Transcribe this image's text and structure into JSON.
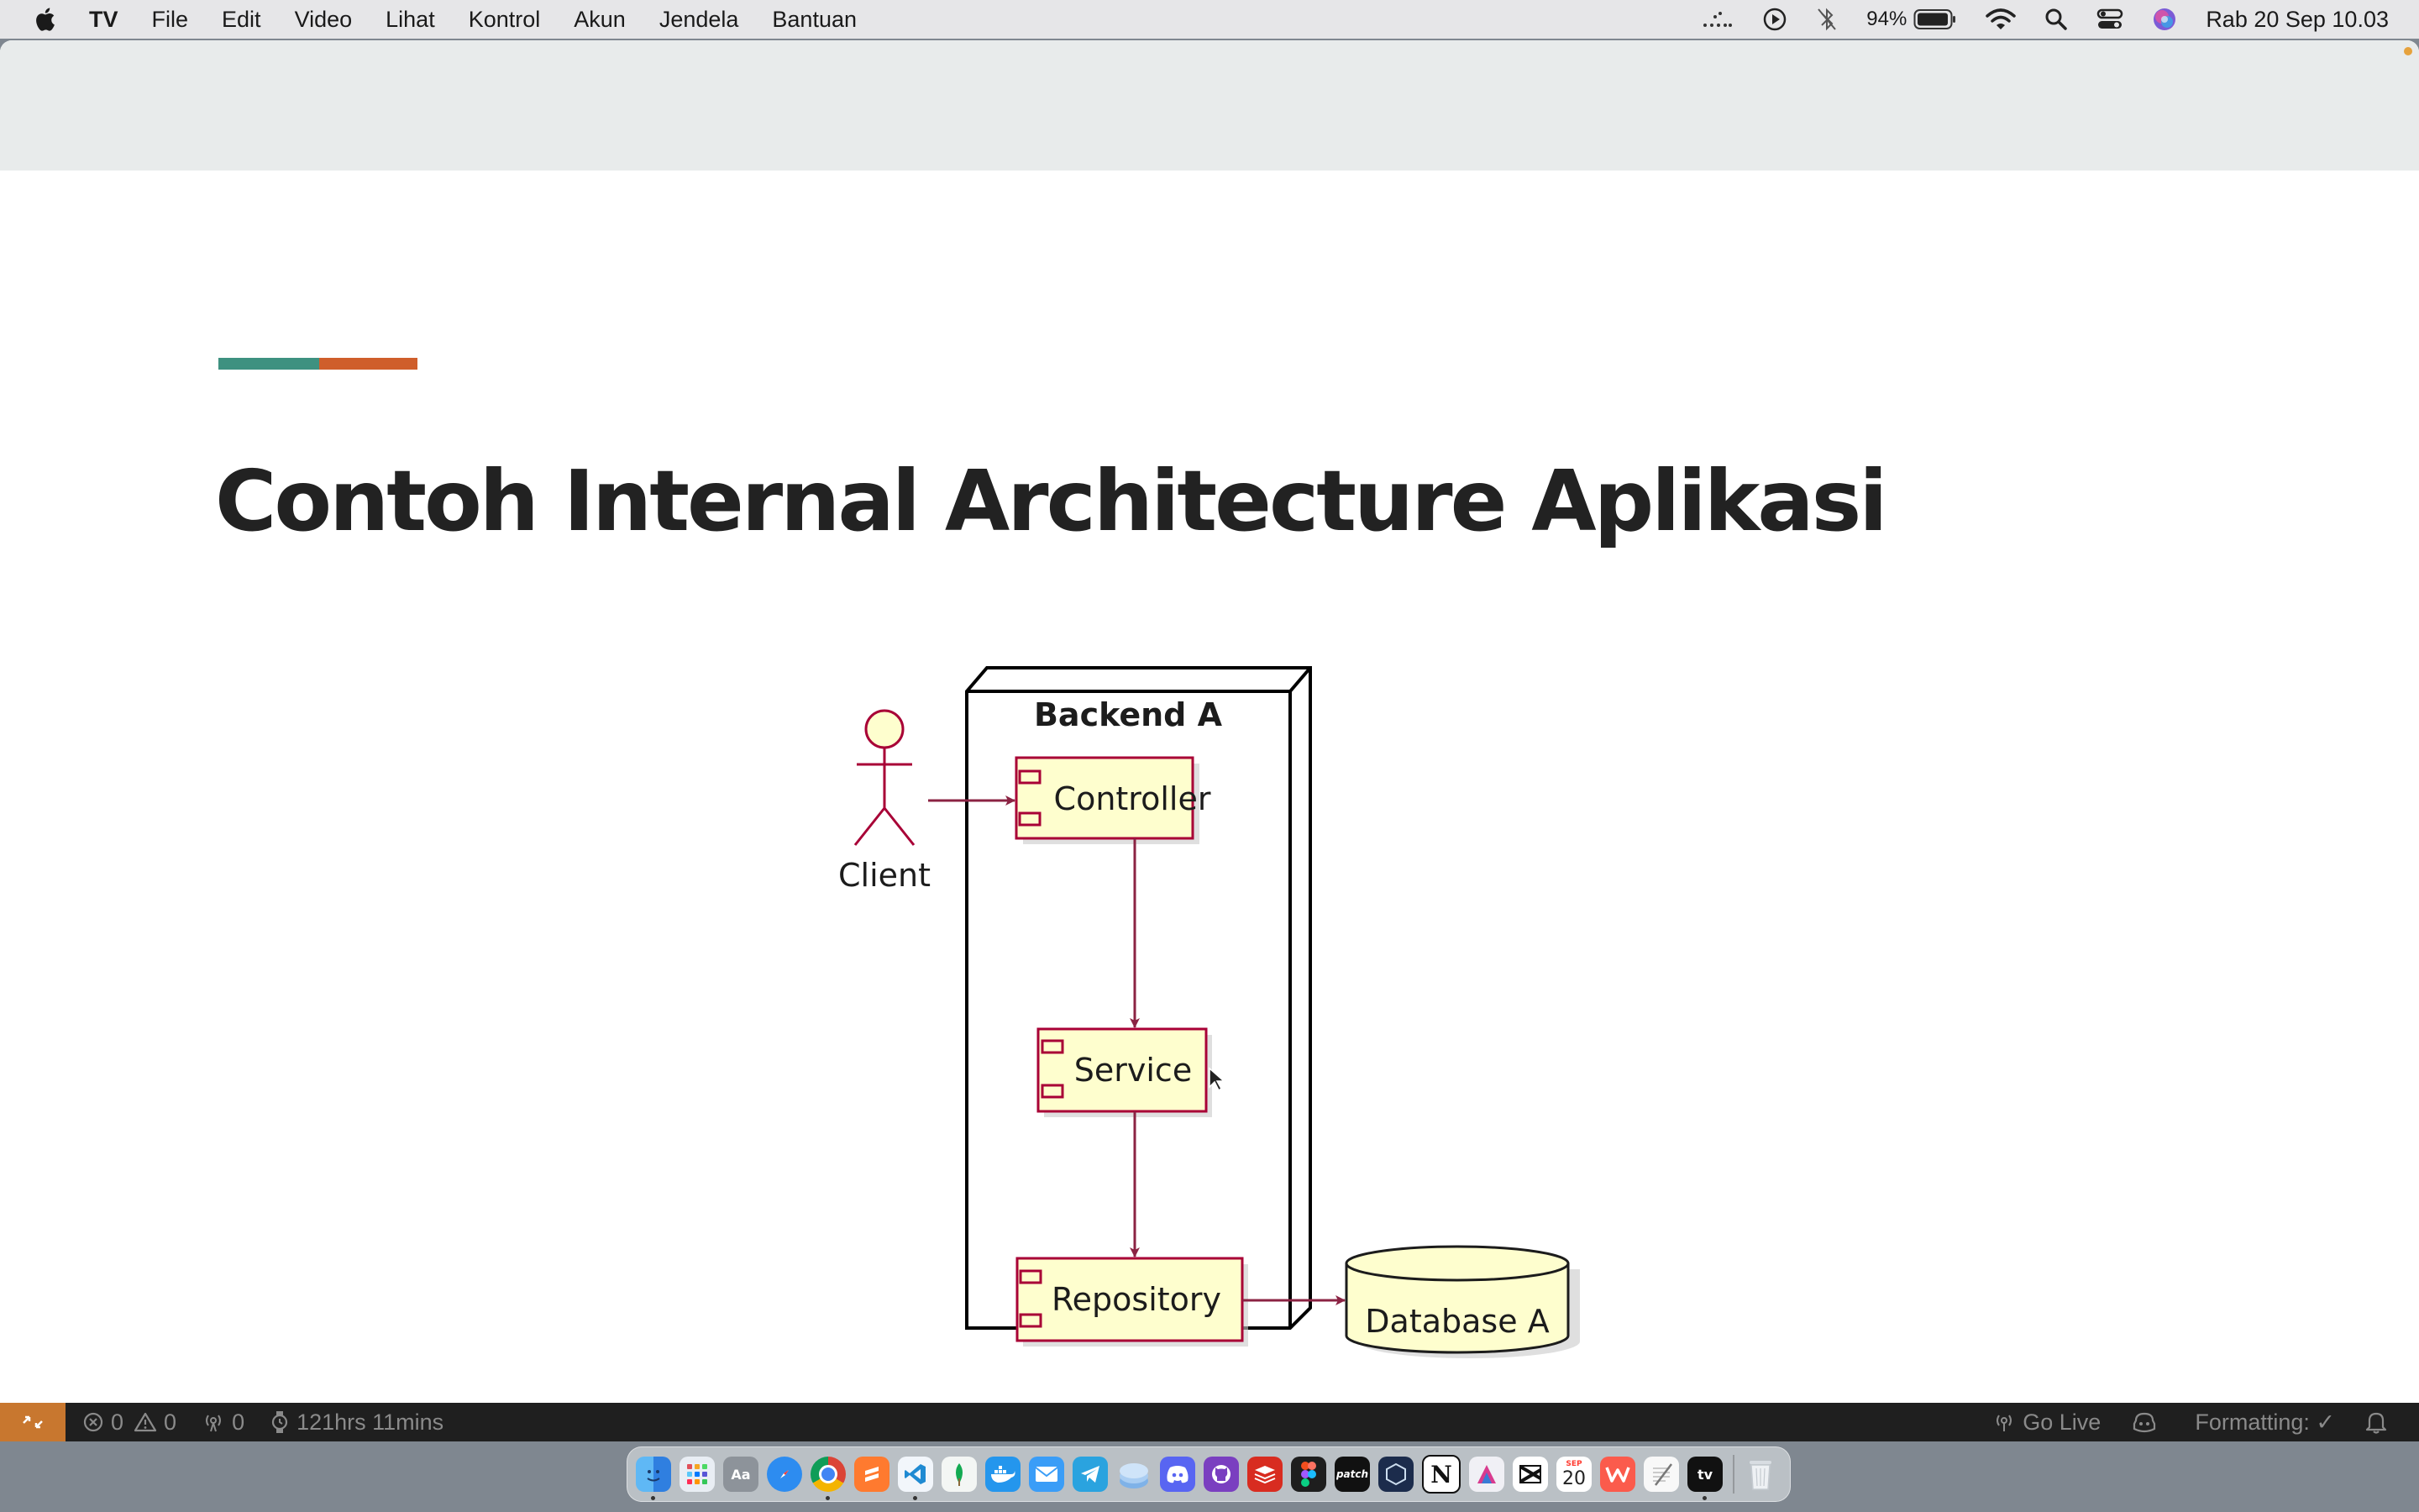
{
  "menubar": {
    "app_name": "TV",
    "items": [
      "File",
      "Edit",
      "Video",
      "Lihat",
      "Kontrol",
      "Akun",
      "Jendela",
      "Bantuan"
    ],
    "battery_percent": "94%",
    "clock": "Rab 20 Sep  10.03",
    "status_icons": [
      "screen-share-icon",
      "play-icon",
      "bluetooth-off-icon",
      "battery-icon",
      "wifi-icon",
      "spotlight-search-icon",
      "control-center-icon",
      "siri-icon"
    ]
  },
  "slide": {
    "title": "Contoh Internal Architecture Aplikasi",
    "accent_colors": [
      "#3e9180",
      "#cf5e2b"
    ]
  },
  "diagram": {
    "node": "Backend A",
    "actor": "Client",
    "components": [
      "Controller",
      "Service",
      "Repository"
    ],
    "database": "Database A",
    "colors": {
      "fill": "#fefece",
      "stroke": "#a80036",
      "arrow": "#8b2343"
    }
  },
  "statusbar": {
    "errors": "0",
    "warnings": "0",
    "ports": "0",
    "time_tracker": "121hrs 11mins",
    "go_live": "Go Live",
    "formatting": "Formatting: ✓",
    "remote_color": "#c8772f"
  },
  "dock": {
    "apps": [
      "finder-icon",
      "launchpad-icon",
      "font-book-icon",
      "safari-icon",
      "chrome-icon",
      "sublime-text-icon",
      "vscode-icon",
      "mongodb-compass-icon",
      "docker-icon",
      "mail-icon",
      "telegram-icon",
      "database-tool-icon",
      "discord-icon",
      "github-desktop-icon",
      "redis-icon",
      "figma-icon",
      "patch-icon",
      "dev-tool-icon",
      "notion-icon",
      "creative-app-icon",
      "capcut-icon",
      "calendar-icon",
      "wps-office-icon",
      "textedit-icon",
      "apple-tv-icon",
      "trash-icon"
    ],
    "calendar_day": "20",
    "calendar_month": "SEP",
    "patch_label": "patch",
    "notion_label": "N",
    "tv_label": "tv"
  }
}
